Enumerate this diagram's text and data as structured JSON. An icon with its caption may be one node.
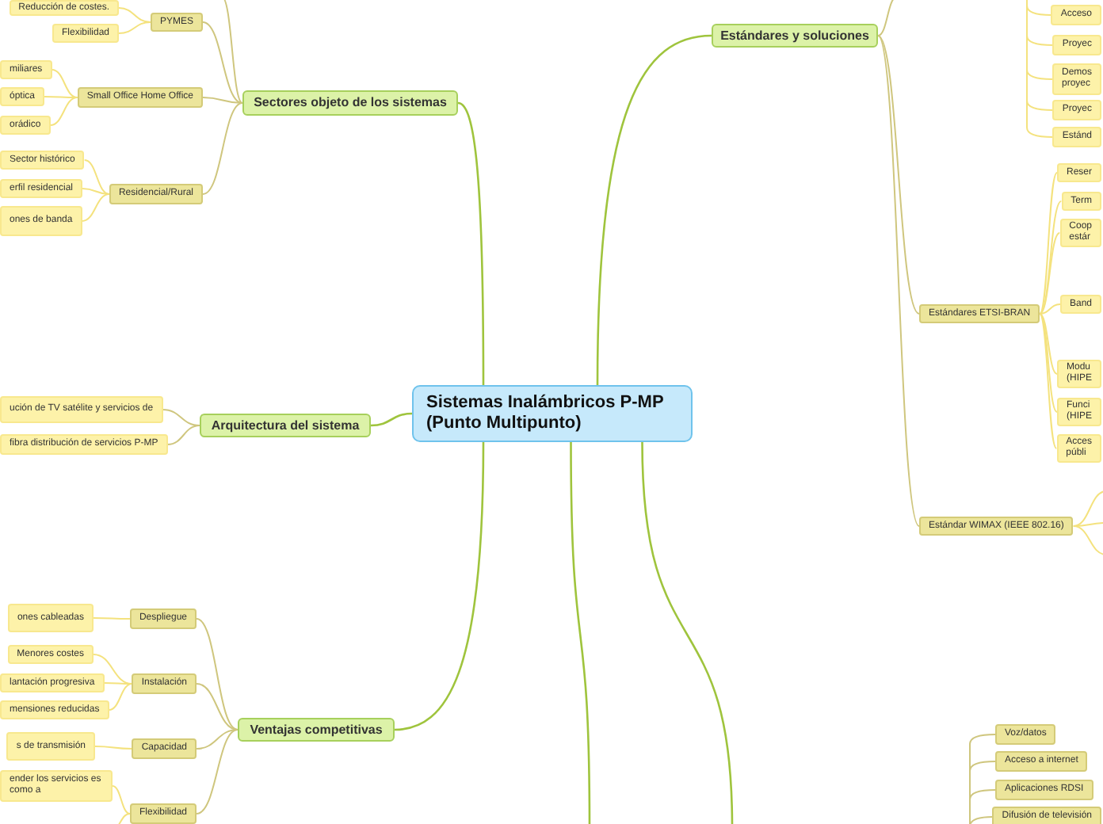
{
  "diagram": {
    "nodes": [
      {
        "text": [
          "Sistemas Inalámbricos P-MP (Punto Multipunto)"
        ]
      },
      {
        "text": [
          "Sectores objeto de los sistemas"
        ]
      },
      {
        "text": [
          "PYMES"
        ]
      },
      {
        "text": [
          "Reducción de costes."
        ]
      },
      {
        "text": [
          "Flexibilidad"
        ]
      },
      {
        "text": [
          "Small Office Home Office"
        ]
      },
      {
        "text": [
          "miliares"
        ]
      },
      {
        "text": [
          "óptica"
        ]
      },
      {
        "text": [
          "orádico"
        ]
      },
      {
        "text": [
          "Residencial/Rural"
        ]
      },
      {
        "text": [
          "Sector histórico"
        ]
      },
      {
        "text": [
          "erfil residencial"
        ]
      },
      {
        "text": [
          "ones de banda"
        ]
      },
      {
        "text": [
          "Arquitectura del sistema"
        ]
      },
      {
        "text": [
          "ución de TV satélite y servicios de"
        ]
      },
      {
        "text": [
          "fibra distribución de servicios P-MP"
        ]
      },
      {
        "text": [
          "Ventajas competitivas"
        ]
      },
      {
        "text": [
          "Despliegue"
        ]
      },
      {
        "text": [
          "ones cableadas"
        ]
      },
      {
        "text": [
          "Instalación"
        ]
      },
      {
        "text": [
          "Menores costes"
        ]
      },
      {
        "text": [
          "lantación progresiva"
        ]
      },
      {
        "text": [
          "mensiones reducidas"
        ]
      },
      {
        "text": [
          "Capacidad"
        ]
      },
      {
        "text": [
          "s de transmisión"
        ]
      },
      {
        "text": [
          "Flexibilidad"
        ]
      },
      {
        "text": [
          "ender los servicios es como a"
        ]
      },
      {
        "text": [
          "Estándares y soluciones"
        ]
      },
      {
        "text": [
          "Acceso"
        ]
      },
      {
        "text": [
          "Proyec"
        ]
      },
      {
        "text": [
          "Demos proyec"
        ]
      },
      {
        "text": [
          "Proyec"
        ]
      },
      {
        "text": [
          "Estánd"
        ]
      },
      {
        "text": [
          "Estándares ETSI-BRAN"
        ]
      },
      {
        "text": [
          "Reser"
        ]
      },
      {
        "text": [
          "Term"
        ]
      },
      {
        "text": [
          "Coop estár"
        ]
      },
      {
        "text": [
          "Band"
        ]
      },
      {
        "text": [
          "Modu (HIPE"
        ]
      },
      {
        "text": [
          "Funci (HIPE"
        ]
      },
      {
        "text": [
          "Acces públi"
        ]
      },
      {
        "text": [
          "Estándar WIMAX (IEEE 802.16)"
        ]
      },
      {
        "text": [
          "Voz/datos"
        ]
      },
      {
        "text": [
          "Acceso a internet"
        ]
      },
      {
        "text": [
          "Aplicaciones RDSI"
        ]
      },
      {
        "text": [
          "Difusión de televisión"
        ]
      }
    ],
    "edges": [
      {
        "from": 0,
        "to": 1,
        "arrow": "none"
      },
      {
        "from": 0,
        "to": 13,
        "arrow": "none"
      },
      {
        "from": 0,
        "to": 16,
        "arrow": "none"
      },
      {
        "from": 0,
        "to": 27,
        "arrow": "none"
      },
      {
        "from": 0,
        "to": null,
        "arrow": "none"
      },
      {
        "from": 0,
        "to": null,
        "arrow": "none"
      },
      {
        "from": 1,
        "to": 2,
        "arrow": "none"
      },
      {
        "from": 1,
        "to": 5,
        "arrow": "none"
      },
      {
        "from": 1,
        "to": 9,
        "arrow": "none"
      },
      {
        "from": 1,
        "to": null,
        "arrow": "none"
      },
      {
        "from": 2,
        "to": 3,
        "arrow": "none"
      },
      {
        "from": 2,
        "to": 4,
        "arrow": "none"
      },
      {
        "from": 5,
        "to": 6,
        "arrow": "none"
      },
      {
        "from": 5,
        "to": 7,
        "arrow": "none"
      },
      {
        "from": 5,
        "to": 8,
        "arrow": "none"
      },
      {
        "from": 9,
        "to": 10,
        "arrow": "none"
      },
      {
        "from": 9,
        "to": 11,
        "arrow": "none"
      },
      {
        "from": 9,
        "to": 12,
        "arrow": "none"
      },
      {
        "from": 13,
        "to": 14,
        "arrow": "none"
      },
      {
        "from": 13,
        "to": 15,
        "arrow": "none"
      },
      {
        "from": 16,
        "to": 17,
        "arrow": "none"
      },
      {
        "from": 16,
        "to": 19,
        "arrow": "none"
      },
      {
        "from": 16,
        "to": 23,
        "arrow": "none"
      },
      {
        "from": 16,
        "to": 25,
        "arrow": "none"
      },
      {
        "from": 17,
        "to": 18,
        "arrow": "none"
      },
      {
        "from": 19,
        "to": 20,
        "arrow": "none"
      },
      {
        "from": 19,
        "to": 21,
        "arrow": "none"
      },
      {
        "from": 19,
        "to": 22,
        "arrow": "none"
      },
      {
        "from": 23,
        "to": 24,
        "arrow": "none"
      },
      {
        "from": 25,
        "to": 26,
        "arrow": "none"
      },
      {
        "from": 25,
        "to": null,
        "arrow": "none"
      },
      {
        "from": 27,
        "to": 33,
        "arrow": "none"
      },
      {
        "from": 27,
        "to": 41,
        "arrow": "none"
      },
      {
        "from": 27,
        "to": null,
        "arrow": "none"
      },
      {
        "from": null,
        "to": 28,
        "arrow": "none"
      },
      {
        "from": null,
        "to": 29,
        "arrow": "none"
      },
      {
        "from": null,
        "to": 30,
        "arrow": "none"
      },
      {
        "from": null,
        "to": 31,
        "arrow": "none"
      },
      {
        "from": null,
        "to": 32,
        "arrow": "none"
      },
      {
        "from": 33,
        "to": 34,
        "arrow": "none"
      },
      {
        "from": 33,
        "to": 35,
        "arrow": "none"
      },
      {
        "from": 33,
        "to": 36,
        "arrow": "none"
      },
      {
        "from": 33,
        "to": 37,
        "arrow": "none"
      },
      {
        "from": 33,
        "to": 38,
        "arrow": "none"
      },
      {
        "from": 33,
        "to": 39,
        "arrow": "none"
      },
      {
        "from": 33,
        "to": 40,
        "arrow": "none"
      },
      {
        "from": 41,
        "to": null,
        "arrow": "none"
      },
      {
        "from": 41,
        "to": null,
        "arrow": "none"
      },
      {
        "from": 41,
        "to": null,
        "arrow": "none"
      },
      {
        "from": null,
        "to": 42,
        "arrow": "none"
      },
      {
        "from": null,
        "to": 43,
        "arrow": "none"
      },
      {
        "from": null,
        "to": 44,
        "arrow": "none"
      },
      {
        "from": null,
        "to": 45,
        "arrow": "none"
      }
    ]
  }
}
